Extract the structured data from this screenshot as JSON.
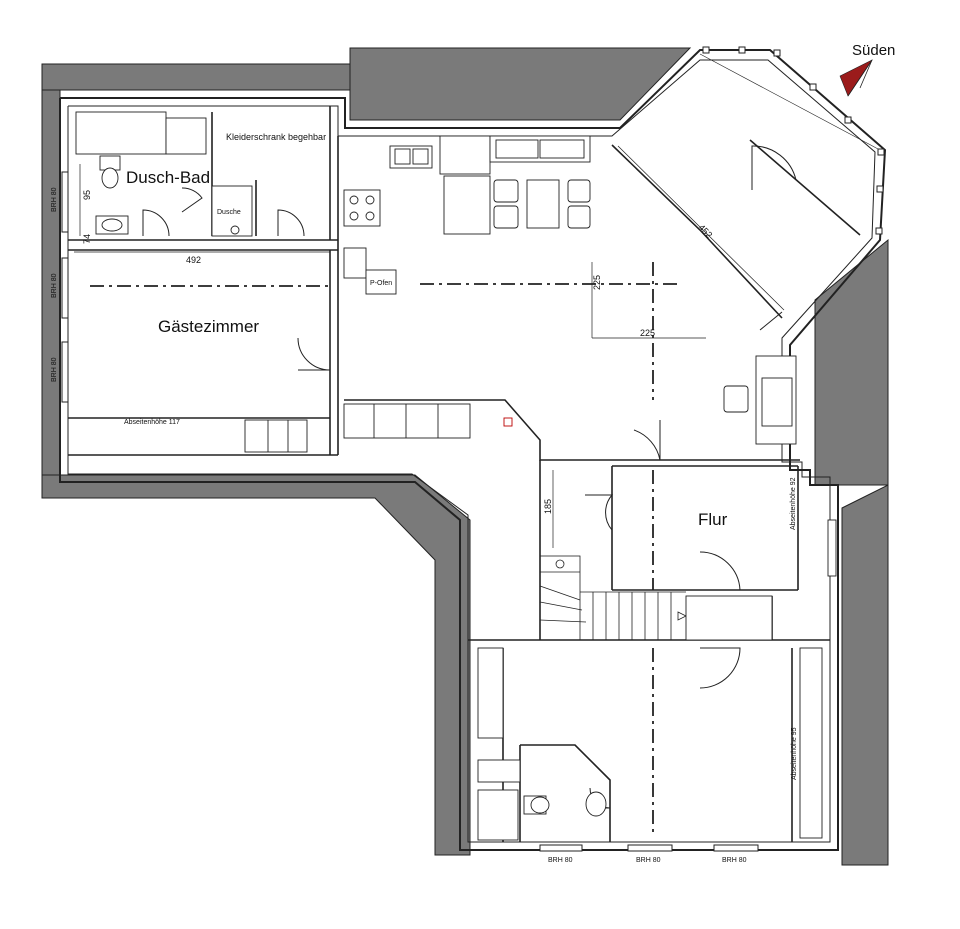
{
  "compass": {
    "label": "Süden"
  },
  "rooms": {
    "bath": "Dusch-Bad",
    "guest": "Gästezimmer",
    "hall": "Flur"
  },
  "labels": {
    "wardrobe": "Kleiderschrank begehbar",
    "shower": "Dusche",
    "stove": "P-Ofen",
    "knee_wall_guest": "Abseitenhöhe 117",
    "knee_wall_hall": "Abseitenhöhe 92",
    "knee_wall_lower": "Abseitenhöhe 95"
  },
  "dimensions": {
    "d95": "95",
    "d74": "74",
    "d492": "492",
    "d225_v": "225",
    "d225_h": "225",
    "d452": "452",
    "d185": "185"
  },
  "windows": {
    "brh_left_1": "BRH 80",
    "brh_left_2": "BRH 80",
    "brh_left_3": "BRH 80",
    "brh_bottom_1": "BRH 80",
    "brh_bottom_2": "BRH 80",
    "brh_bottom_3": "BRH 80"
  },
  "colors": {
    "roof": "#7a7a7a",
    "wall": "#222222",
    "compass": "#9b1b1b"
  }
}
